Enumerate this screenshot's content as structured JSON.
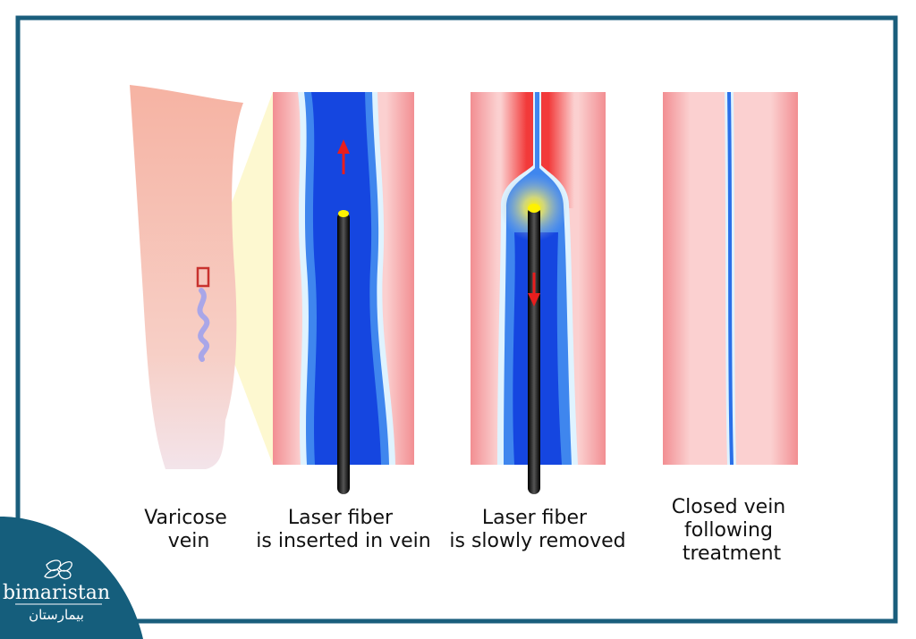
{
  "colors": {
    "frame": "#1a5e7c",
    "vein_blue": "#1546e0",
    "tissue_pink": "#f6a9a9",
    "heat_red": "#f23a3a",
    "laser_tip": "#ffe600",
    "fiber": "#222222"
  },
  "panels": [
    {
      "label_lines": [
        "Varicose",
        "vein"
      ]
    },
    {
      "label_lines": [
        "Laser fiber",
        "is inserted in vein"
      ]
    },
    {
      "label_lines": [
        "Laser fiber",
        "is slowly removed"
      ]
    },
    {
      "label_lines": [
        "Closed vein",
        "following",
        "treatment"
      ]
    }
  ],
  "logo": {
    "name": "bimaristan",
    "arabic": "بيمارستان",
    "icon": "butterfly-leaf-icon"
  }
}
